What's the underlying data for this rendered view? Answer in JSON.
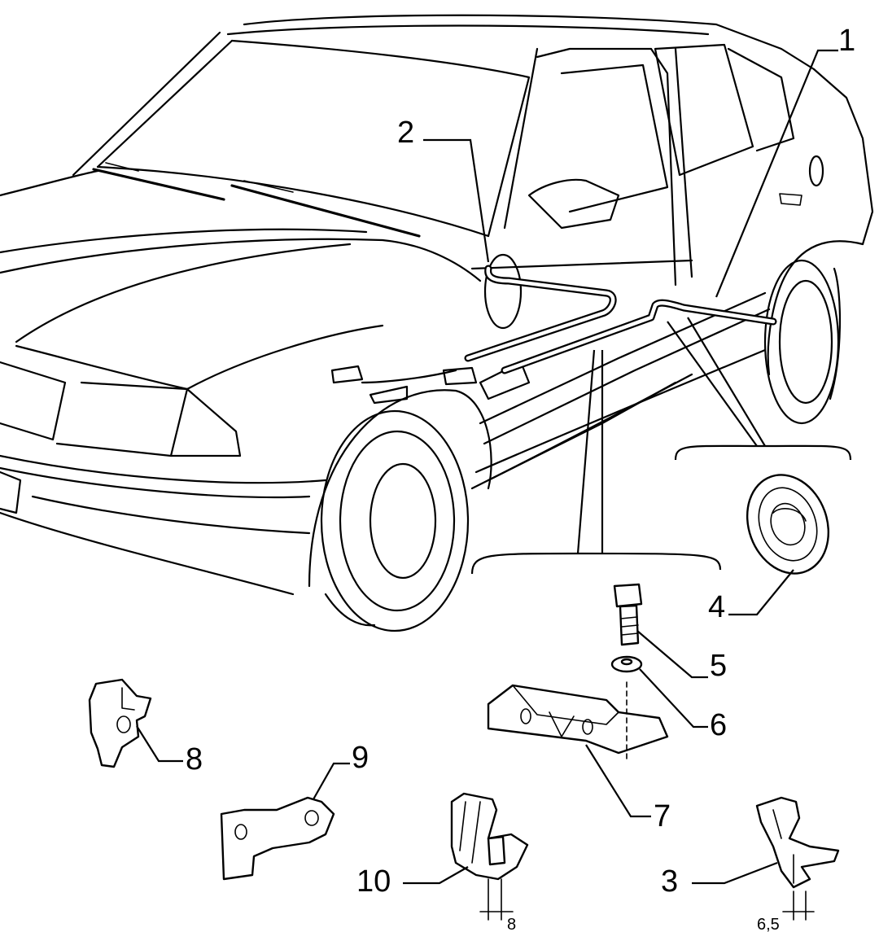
{
  "callouts": {
    "c1": "1",
    "c2": "2",
    "c3": "3",
    "c4": "4",
    "c5": "5",
    "c6": "6",
    "c7": "7",
    "c8": "8",
    "c9": "9",
    "c10": "10"
  },
  "dimensions": {
    "d10": "8",
    "d3": "6,5"
  }
}
